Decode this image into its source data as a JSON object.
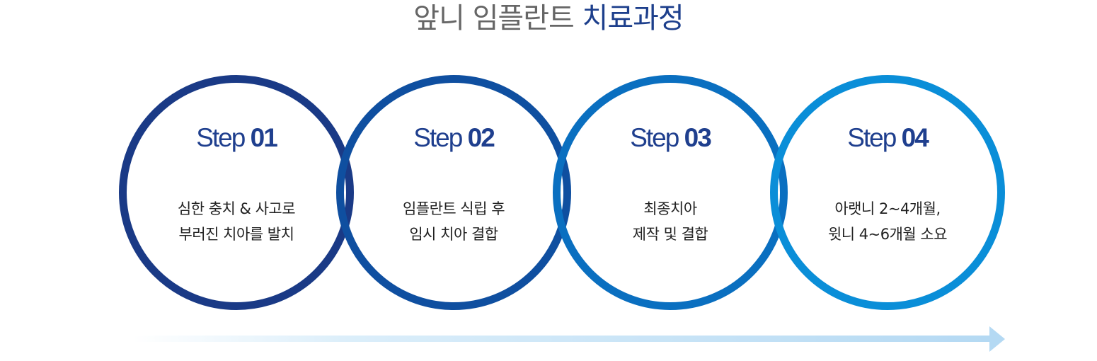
{
  "title": {
    "part1": "앞니 임플란트",
    "part2": "치료과정"
  },
  "colors": {
    "title_gray": "#666666",
    "title_blue": "#1d3f8c",
    "label_blue": "#1f3f8e",
    "arrow_start": "#ffffff",
    "arrow_end": "#b4d9f3"
  },
  "steps": [
    {
      "label_prefix": "Step",
      "label_num": "01",
      "line1": "심한 충치 & 사고로",
      "line2": "부러진 치아를 발치",
      "ring_color": "#1a3a86"
    },
    {
      "label_prefix": "Step",
      "label_num": "02",
      "line1": "임플란트 식립 후",
      "line2": "임시 치아 결합",
      "ring_color": "#0f4fa0"
    },
    {
      "label_prefix": "Step",
      "label_num": "03",
      "line1": "최종치아",
      "line2": "제작 및 결합",
      "ring_color": "#0a6fc0"
    },
    {
      "label_prefix": "Step",
      "label_num": "04",
      "line1": "아랫니 2~4개월,",
      "line2": "윗니 4~6개월 소요",
      "ring_color": "#0a8ed8"
    }
  ]
}
